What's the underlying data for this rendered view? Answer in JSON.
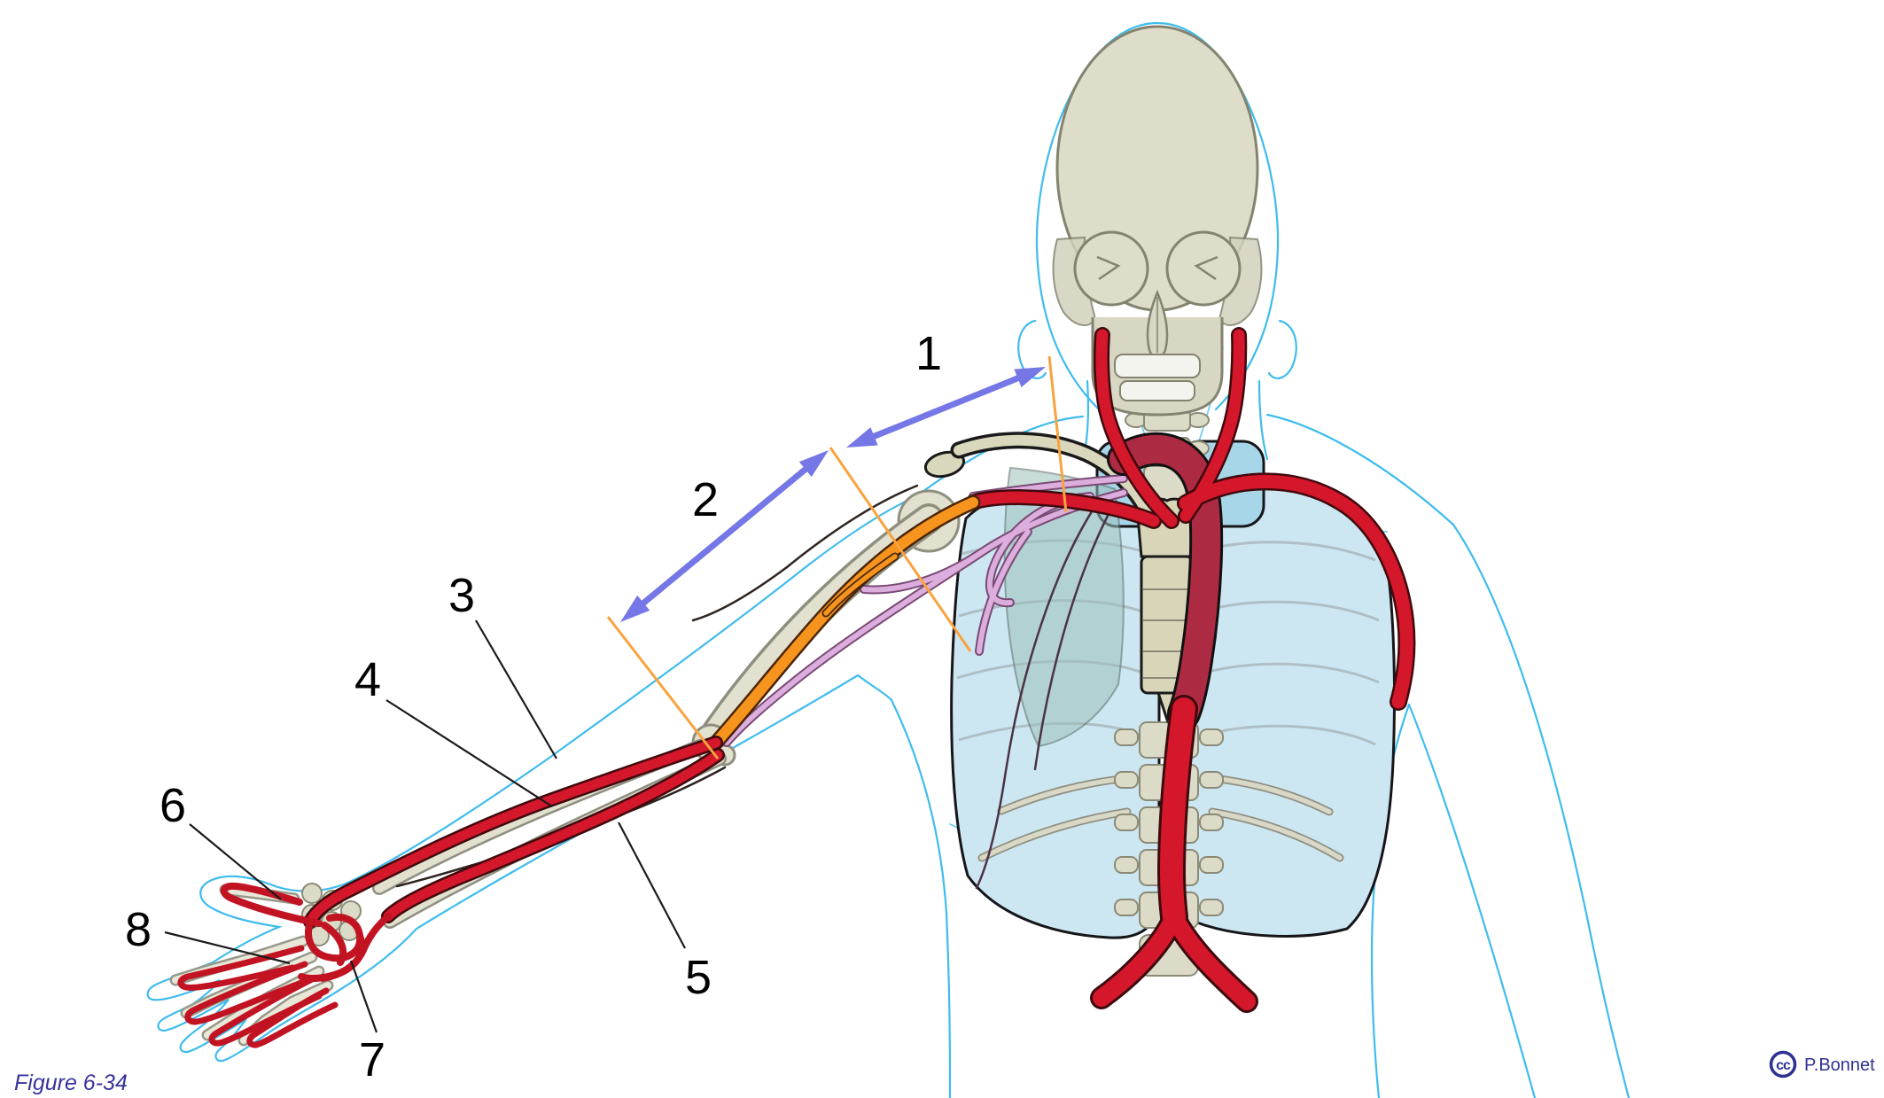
{
  "figure": {
    "caption": "Figure 6-34"
  },
  "credit": {
    "cc_symbol": "cc",
    "author": "P.Bonnet"
  },
  "labels": [
    {
      "id": 1,
      "text": "1"
    },
    {
      "id": 2,
      "text": "2"
    },
    {
      "id": 3,
      "text": "3"
    },
    {
      "id": 4,
      "text": "4"
    },
    {
      "id": 5,
      "text": "5"
    },
    {
      "id": 6,
      "text": "6"
    },
    {
      "id": 7,
      "text": "7"
    },
    {
      "id": 8,
      "text": "8"
    }
  ],
  "colors": {
    "artery_red": "#d4172b",
    "aortic_arch_dark_red": "#ad2b42",
    "brachial_highlight_orange": "#f7941e",
    "measure_arrow_blue": "#7577e6",
    "boundary_tick_orange": "#f9a33f",
    "body_outline_cyan": "#3fbcee",
    "bone_beige": "#e2e1d0",
    "lung_blue": "#cde7f2",
    "nerve_pink": "#dcaede",
    "label_text_black": "#000000",
    "caption_blue_violet": "#38349c",
    "credit_navy": "#2e3192"
  }
}
